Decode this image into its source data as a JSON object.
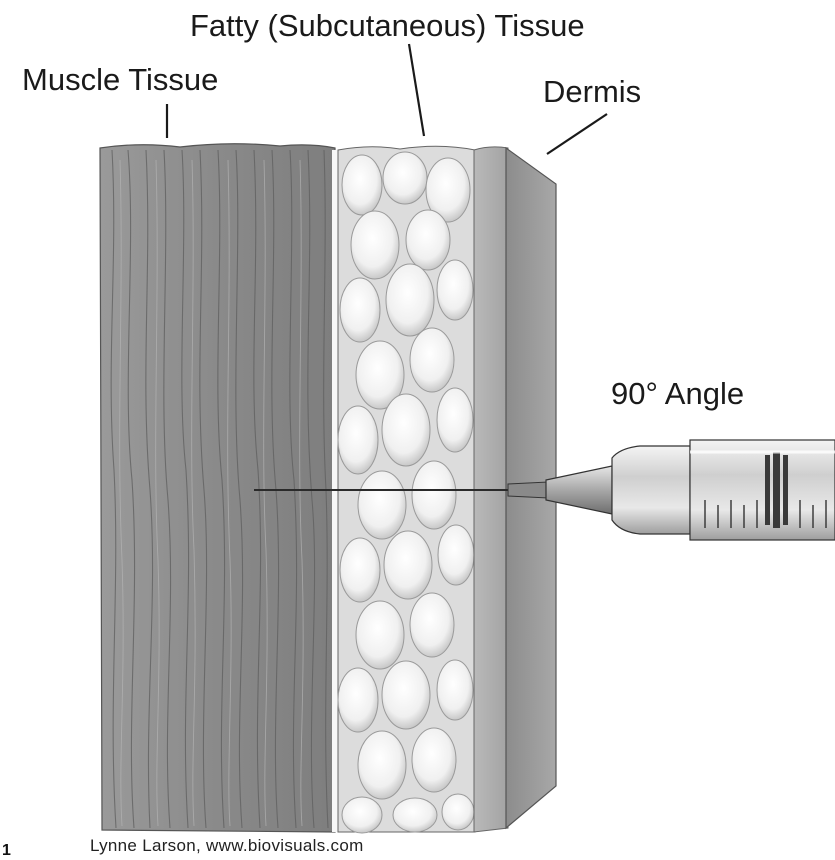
{
  "labels": {
    "fatty_tissue": "Fatty (Subcutaneous) Tissue",
    "muscle_tissue": "Muscle Tissue",
    "dermis": "Dermis",
    "angle": "90° Angle"
  },
  "credit": "Lynne Larson, www.biovisuals.com",
  "figure_number": "1",
  "colors": {
    "muscle": "#8f8f8f",
    "fat": "#e4e4e4",
    "dermis": "#a6a6a6",
    "syringe_barrel": "#d9d9d9",
    "ink": "#1a1a1a"
  }
}
